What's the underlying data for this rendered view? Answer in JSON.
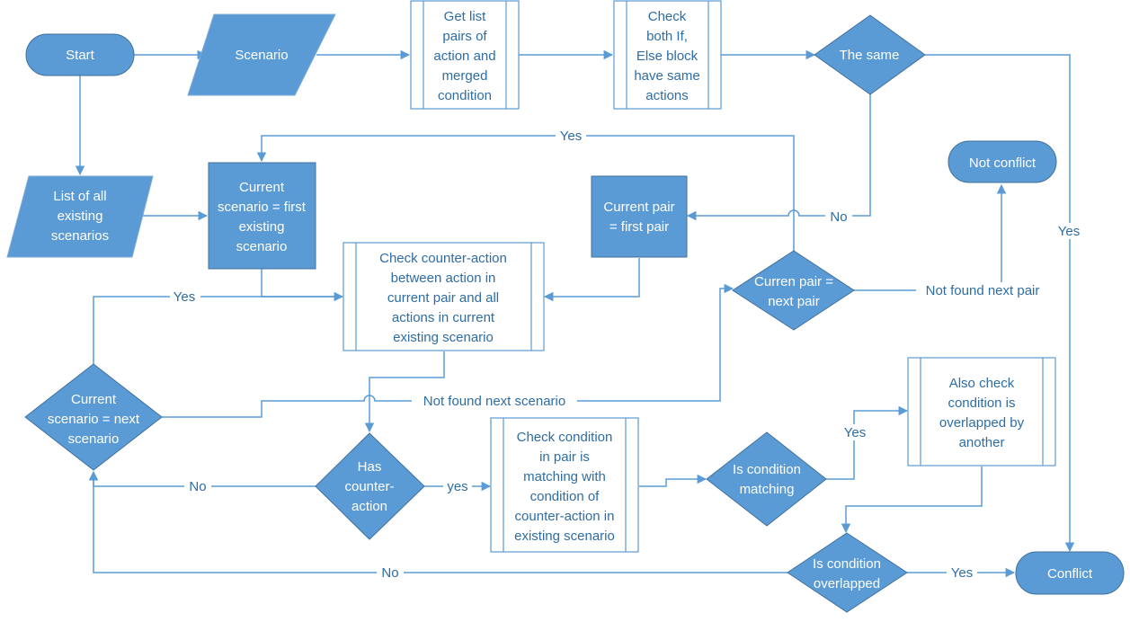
{
  "nodes": {
    "start": "Start",
    "scenario": "Scenario",
    "get_list": [
      "Get list",
      "pairs of",
      "action and",
      "merged",
      "condition"
    ],
    "check_both": [
      "Check",
      "both If,",
      "Else block",
      "have same",
      "actions"
    ],
    "the_same": "The same",
    "list_existing": [
      "List of all",
      "existing",
      "scenarios"
    ],
    "current_scenario_first": [
      "Current",
      "scenario = first",
      "existing",
      "scenario"
    ],
    "current_pair_first": [
      "Current pair",
      "= first pair"
    ],
    "not_conflict": "Not conflict",
    "check_counter_action": [
      "Check counter-action",
      "between action in",
      "current pair and all",
      "actions in current",
      "existing scenario"
    ],
    "current_pair_next": [
      "Curren pair =",
      "next pair"
    ],
    "current_scenario_next": [
      "Current",
      "scenario = next",
      "scenario"
    ],
    "has_counter_action": [
      "Has",
      "counter-",
      "action"
    ],
    "check_condition_pair": [
      "Check condition",
      "in pair is",
      "matching with",
      "condition of",
      "counter-action in",
      "existing scenario"
    ],
    "is_condition_matching": [
      "Is condition",
      "matching"
    ],
    "also_check": [
      "Also check",
      "condition is",
      "overlapped by",
      "another"
    ],
    "is_condition_overlapped": [
      "Is condition",
      "overlapped"
    ],
    "conflict": "Conflict"
  },
  "edge_labels": {
    "yes_top": "Yes",
    "no_same": "No",
    "yes_same": "Yes",
    "not_found_next_pair": "Not found next pair",
    "yes_left": "Yes",
    "not_found_next_scenario": "Not found next scenario",
    "no_has": "No",
    "yes_has": "yes",
    "yes_matching": "Yes",
    "no_overlapped": "No",
    "yes_overlapped": "Yes"
  },
  "colors": {
    "fill": "#5b9bd5",
    "edge": "#5b9bd5",
    "label_text": "#2e6da4"
  }
}
